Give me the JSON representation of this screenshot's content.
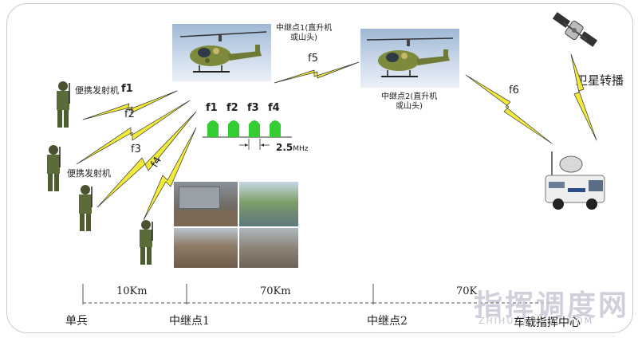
{
  "labels": {
    "relay1": "中继点1(直升机\n或山头)",
    "relay2": "中继点2(直升机\n或山头)",
    "satellite": "卫星转播",
    "portable1": "便携发射机",
    "portable2": "便携发射机"
  },
  "freq": {
    "f1": "f1",
    "f2": "f2",
    "f3": "f3",
    "f4": "f4",
    "f5": "f5",
    "f6": "f6",
    "spectrum": [
      "f1",
      "f2",
      "f3",
      "f4"
    ],
    "spacing_value": "2.5",
    "spacing_unit": "MHz"
  },
  "distance": {
    "d1": "10Km",
    "d2": "70Km",
    "d3": "70K"
  },
  "axis": {
    "single_soldier": "单兵",
    "relay1": "中继点1",
    "relay2": "中继点2",
    "command": "车载指挥中心"
  },
  "watermark": {
    "main": "指挥调度网",
    "sub": "ZHIHUIDIAODU.COM"
  },
  "colors": {
    "lightning_fill": "#f2ea3a",
    "lightning_stroke": "#333333",
    "spectrum_green": "#33cc33"
  }
}
